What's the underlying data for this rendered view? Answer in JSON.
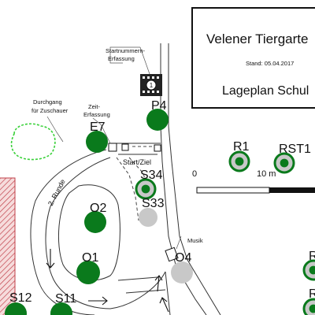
{
  "title_box": {
    "heading": "Velener Tiergarte",
    "date": "Stand: 05.04.2017",
    "subtitle": "Lageplan Schul",
    "heading_color": "#b0306a"
  },
  "scale_bar": {
    "start": "0",
    "end": "10 m"
  },
  "annotations": {
    "startnummer": [
      "Startnummern-",
      "Erfassung"
    ],
    "zeit": [
      "Zeit-",
      "Erfassung"
    ],
    "durchgang": [
      "Durchgang",
      "für Zuschauer"
    ],
    "start_ziel": "Start/Ziel",
    "runde": "2. Runde",
    "musik": "Musik",
    "station_number": "1"
  },
  "waypoints": [
    {
      "id": "p4",
      "label": "P4",
      "status": "found"
    },
    {
      "id": "e7",
      "label": "E7",
      "status": "found"
    },
    {
      "id": "s34",
      "label": "S34",
      "status": "found"
    },
    {
      "id": "s33",
      "label": "S33",
      "status": "open"
    },
    {
      "id": "o2",
      "label": "O2",
      "status": "found"
    },
    {
      "id": "o1",
      "label": "O1",
      "status": "found"
    },
    {
      "id": "o4",
      "label": "O4",
      "status": "open"
    },
    {
      "id": "r1",
      "label": "R1",
      "status": "found"
    },
    {
      "id": "rst1",
      "label": "RST1",
      "status": "found"
    },
    {
      "id": "s12",
      "label": "S12",
      "status": "found"
    },
    {
      "id": "s11",
      "label": "S11",
      "status": "found"
    },
    {
      "id": "r_right_a",
      "label": "R",
      "status": "found"
    },
    {
      "id": "r_right_b",
      "label": "R",
      "status": "found"
    }
  ],
  "colors": {
    "found": "#0a7a1c",
    "open": "#c8c8c8",
    "found_ring_fill": "#c8c8c8",
    "pond": "#3ad13a",
    "hatch": "#c0404a"
  }
}
